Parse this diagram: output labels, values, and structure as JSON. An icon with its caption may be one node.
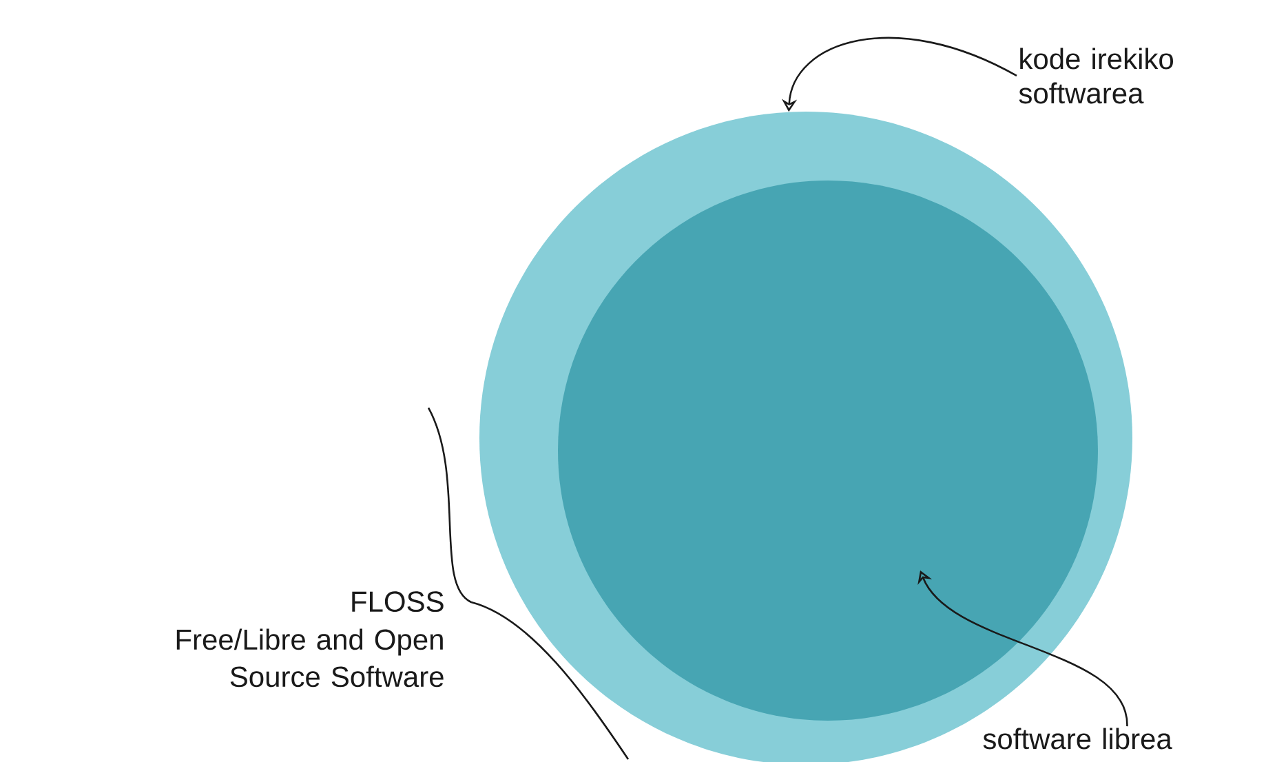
{
  "diagram": {
    "nodes": [
      {
        "text": [],
        "shape": "circle"
      },
      {
        "text": [],
        "shape": "circle",
        "in": 0
      },
      {
        "text": [
          "kode irekiko softwarea"
        ]
      },
      {
        "text": [
          "software librea"
        ]
      }
    ],
    "edges": [
      {
        "from": 2,
        "to": 0,
        "arrow": "to"
      },
      {
        "from": 3,
        "to": 1,
        "arrow": "to"
      }
    ],
    "labels": [
      "FLOSS",
      "Free/Libre and Open Source Software"
    ]
  }
}
